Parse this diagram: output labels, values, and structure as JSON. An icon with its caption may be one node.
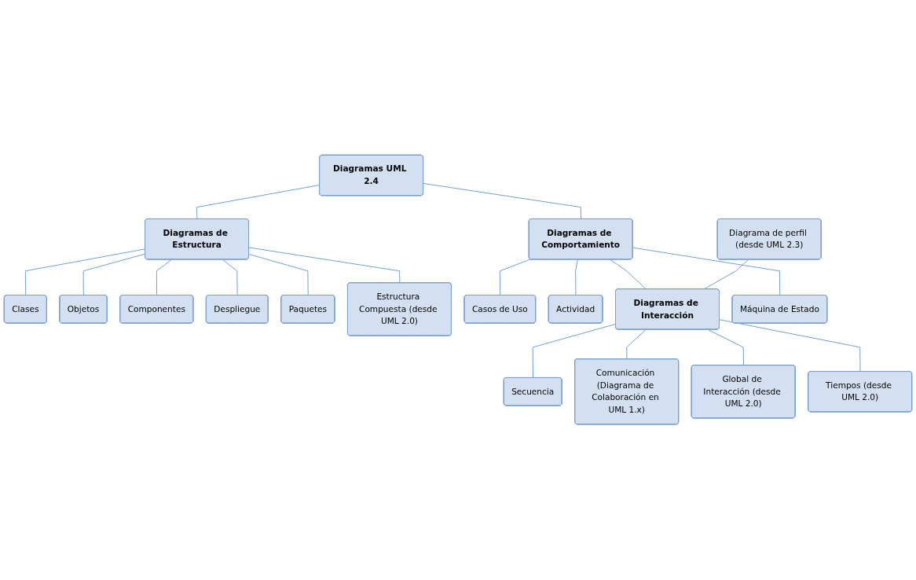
{
  "diagram": {
    "nodes": [
      {
        "text": [
          "Diagramas UML 2.4"
        ]
      },
      {
        "text": [
          "Diagramas de Estructura"
        ]
      },
      {
        "text": [
          "Diagramas de Comportamiento"
        ]
      },
      {
        "text": [
          "Clases"
        ]
      },
      {
        "text": [
          "Objetos"
        ]
      },
      {
        "text": [
          "Componentes"
        ]
      },
      {
        "text": [
          "Despliegue"
        ]
      },
      {
        "text": [
          "Paquetes"
        ]
      },
      {
        "text": [
          "Estructura Compuesta (desde UML 2.0)"
        ]
      },
      {
        "text": [
          "Casos de Uso"
        ]
      },
      {
        "text": [
          "Actividad"
        ]
      },
      {
        "text": [
          "Diagrama de perfil (desde UML 2.3)"
        ]
      },
      {
        "text": [
          "Diagramas de Interacción"
        ]
      },
      {
        "text": [
          "Máquina de Estado"
        ]
      },
      {
        "text": [
          "Secuencia"
        ]
      },
      {
        "text": [
          "Comunicación (Diagrama de Colaboración en UML 1.x)"
        ]
      },
      {
        "text": [
          "Global de Interacción (desde UML 2.0)"
        ]
      },
      {
        "text": [
          "Tiempos (desde UML 2.0)"
        ]
      }
    ],
    "edges": [
      {
        "from": 0,
        "to": 1,
        "arrow": "none"
      },
      {
        "from": 0,
        "to": 2,
        "arrow": "none"
      },
      {
        "from": 1,
        "to": 3,
        "arrow": "none"
      },
      {
        "from": 1,
        "to": 4,
        "arrow": "none"
      },
      {
        "from": 1,
        "to": 5,
        "arrow": "none"
      },
      {
        "from": 1,
        "to": 6,
        "arrow": "none"
      },
      {
        "from": 1,
        "to": 7,
        "arrow": "none"
      },
      {
        "from": 1,
        "to": 8,
        "arrow": "none"
      },
      {
        "from": 2,
        "to": 9,
        "arrow": "none"
      },
      {
        "from": 2,
        "to": 10,
        "arrow": "none"
      },
      {
        "from": 2,
        "to": 12,
        "arrow": "none"
      },
      {
        "from": 2,
        "to": 13,
        "arrow": "none"
      },
      {
        "from": 11,
        "to": 12,
        "arrow": "none"
      },
      {
        "from": 12,
        "to": 14,
        "arrow": "none"
      },
      {
        "from": 12,
        "to": 15,
        "arrow": "none"
      },
      {
        "from": 12,
        "to": 16,
        "arrow": "none"
      },
      {
        "from": 12,
        "to": 17,
        "arrow": "none"
      }
    ]
  }
}
